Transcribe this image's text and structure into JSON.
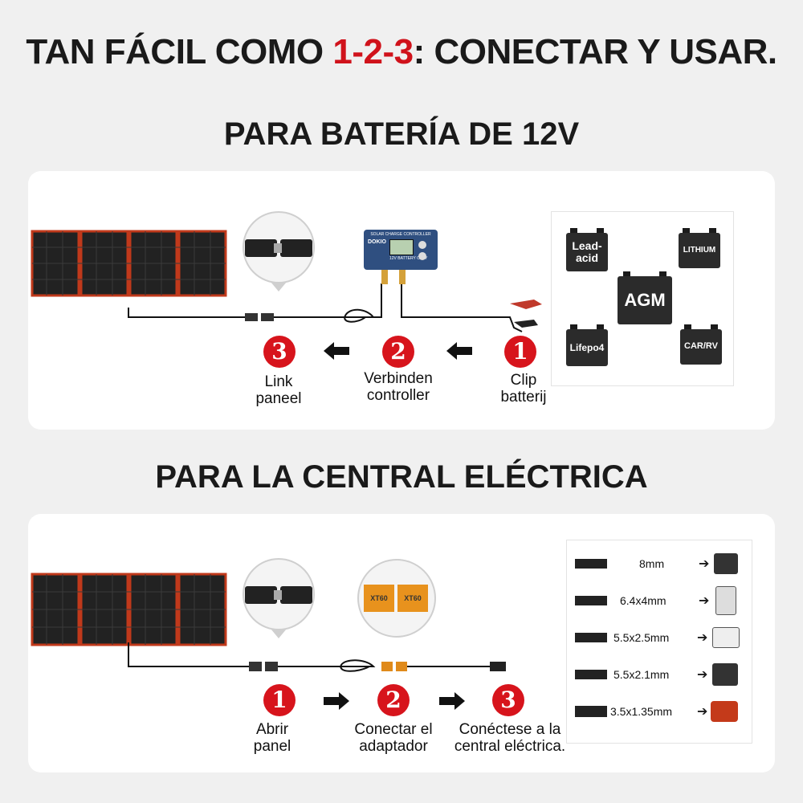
{
  "headline": {
    "part1": "TAN FÁCIL COMO ",
    "highlight": "1-2-3",
    "part2": ": CONECTAR Y USAR."
  },
  "section1": {
    "title": "PARA BATERÍA DE 12V",
    "controller": {
      "brand": "DOKIO",
      "header": "SOLAR CHARGE CONTROLLER",
      "note": "12V BATTERY ONLY"
    },
    "steps": [
      {
        "number": "3",
        "line1": "Link",
        "line2": "paneel"
      },
      {
        "number": "2",
        "line1": "Verbinden",
        "line2": "controller"
      },
      {
        "number": "1",
        "line1": "Clip",
        "line2": "batterij"
      }
    ],
    "batteries": [
      {
        "label1": "Lead-",
        "label2": "acid"
      },
      {
        "label1": "LITHIUM",
        "label2": ""
      },
      {
        "label1": "AGM",
        "label2": ""
      },
      {
        "label1": "Lifepo4",
        "label2": ""
      },
      {
        "label1": "CAR/RV",
        "label2": ""
      }
    ]
  },
  "section2": {
    "title": "PARA LA CENTRAL ELÉCTRICA",
    "connector_labels": {
      "left": "XT60",
      "right": "XT60"
    },
    "steps": [
      {
        "number": "1",
        "line1": "Abrir",
        "line2": "panel"
      },
      {
        "number": "2",
        "line1": "Conectar el",
        "line2": "adaptador"
      },
      {
        "number": "3",
        "line1": "Conéctese a la",
        "line2": "central eléctrica."
      }
    ],
    "plug_sizes": [
      "8mm",
      "6.4x4mm",
      "5.5x2.5mm",
      "5.5x2.1mm",
      "3.5x1.35mm"
    ]
  },
  "colors": {
    "accent_red": "#d7141c",
    "panel_edge": "#c0391b",
    "panel_cell": "#1f1f1f"
  }
}
